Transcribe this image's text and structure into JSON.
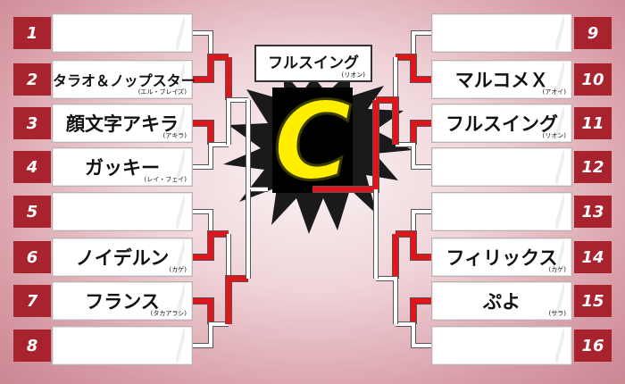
{
  "left": [
    {
      "seed": "1",
      "name": "",
      "sub": ""
    },
    {
      "seed": "2",
      "name": "タラオ＆ノップスター",
      "sub": "(エル・ブレイズ)"
    },
    {
      "seed": "3",
      "name": "顔文字アキラ",
      "sub": "(アキラ)"
    },
    {
      "seed": "4",
      "name": "ガッキー",
      "sub": "(レイ・フェイ)"
    },
    {
      "seed": "5",
      "name": "",
      "sub": ""
    },
    {
      "seed": "6",
      "name": "ノイデルン",
      "sub": "(カゲ)"
    },
    {
      "seed": "7",
      "name": "フランス",
      "sub": "(タカアラシ)"
    },
    {
      "seed": "8",
      "name": "",
      "sub": ""
    }
  ],
  "right": [
    {
      "seed": "9",
      "name": "",
      "sub": ""
    },
    {
      "seed": "10",
      "name": "マルコメＸ",
      "sub": "(アオイ)"
    },
    {
      "seed": "11",
      "name": "フルスイング",
      "sub": "(リオン)"
    },
    {
      "seed": "12",
      "name": "",
      "sub": ""
    },
    {
      "seed": "13",
      "name": "",
      "sub": ""
    },
    {
      "seed": "14",
      "name": "フィリックス",
      "sub": "(カゲ)"
    },
    {
      "seed": "15",
      "name": "ぷよ",
      "sub": "(サラ)"
    },
    {
      "seed": "16",
      "name": "",
      "sub": ""
    }
  ],
  "champion": {
    "name": "フルスイング",
    "sub": "(リオン)",
    "logo_letter": "C"
  },
  "colors": {
    "accent": "#a8232e",
    "win": "#e0151b",
    "logo_fill": "#ffee00",
    "logo_bg": "#1a1a1a"
  }
}
